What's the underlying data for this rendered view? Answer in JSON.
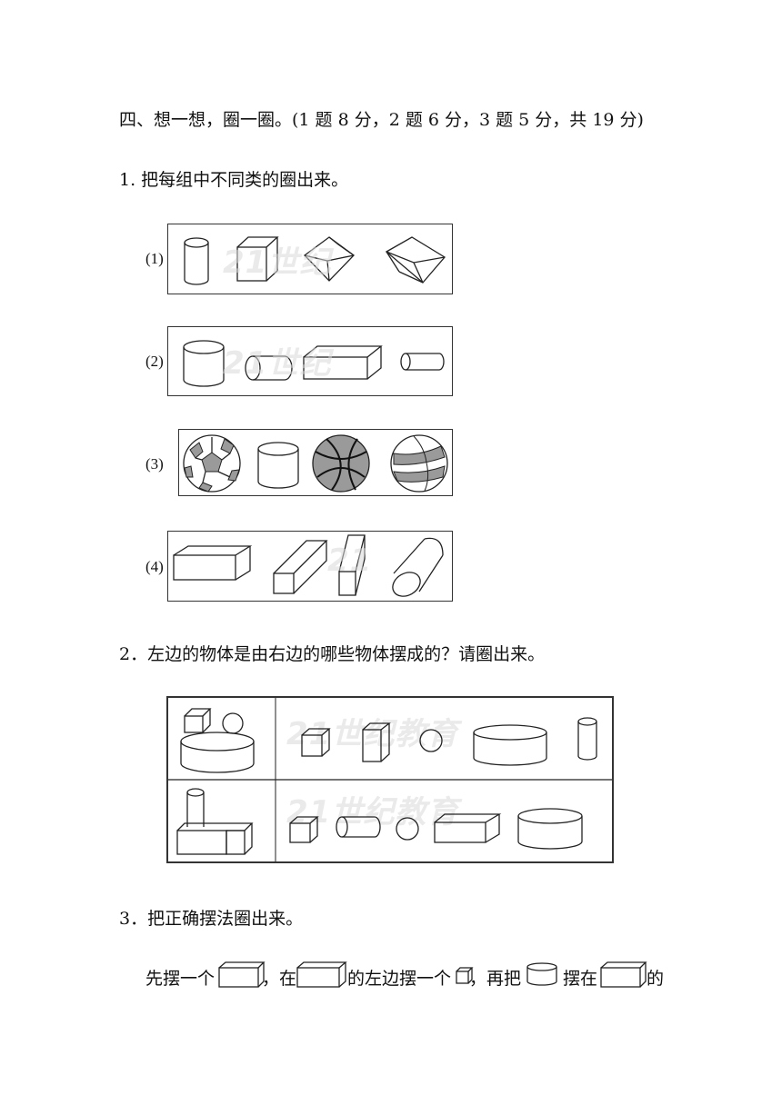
{
  "section_title": "四、想一想，圈一圈。(1 题 8 分，2 题 6 分，3 题 5 分，共 19 分)",
  "q1": {
    "prompt": "1. 把每组中不同类的圈出来。",
    "groups": [
      {
        "label": "(1)",
        "items": [
          "cylinder-icon",
          "cube-icon",
          "tilted-cube-icon",
          "tilted-cube-icon"
        ]
      },
      {
        "label": "(2)",
        "items": [
          "cylinder-icon",
          "lying-cylinder-icon",
          "cuboid-icon",
          "lying-cylinder-icon"
        ]
      },
      {
        "label": "(3)",
        "items": [
          "soccer-ball-icon",
          "cylinder-icon",
          "basketball-icon",
          "volleyball-icon"
        ]
      },
      {
        "label": "(4)",
        "items": [
          "cuboid-icon",
          "slanted-cuboid-icon",
          "slanted-cuboid-icon",
          "slanted-cylinder-icon"
        ]
      }
    ]
  },
  "q2": {
    "prompt": "2．左边的物体是由右边的哪些物体摆成的？请圈出来。"
  },
  "q3": {
    "prompt": "3．把正确摆法圈出来。",
    "sentence": [
      "先摆一个",
      "，在",
      "的左边摆一个",
      "，再把",
      "摆在",
      "的"
    ]
  },
  "colors": {
    "ink": "#222222",
    "watermark": "#d9d9d9",
    "ball_shade": "#9a9a9a"
  }
}
